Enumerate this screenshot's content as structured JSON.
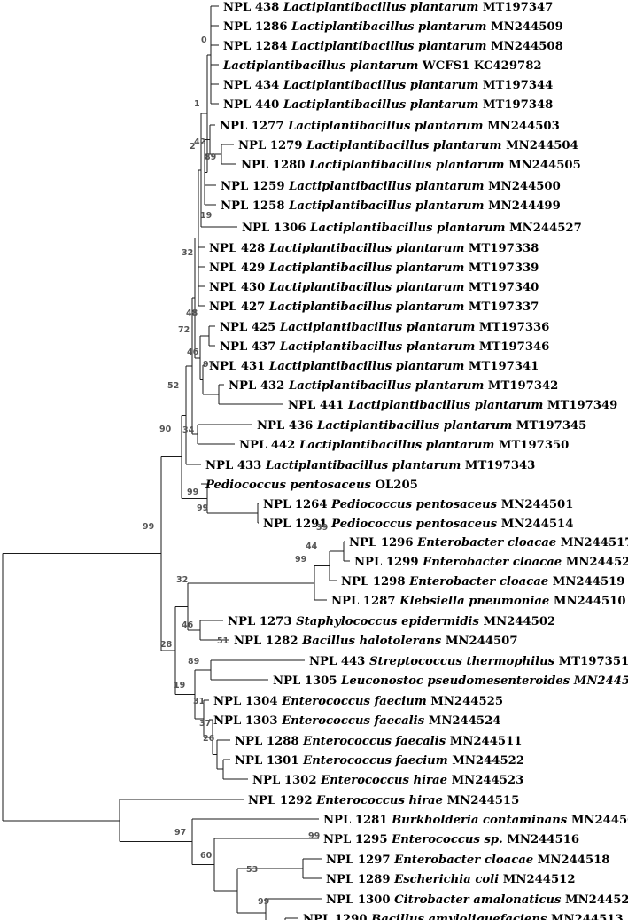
{
  "taxa": [
    {
      "pre": "NPL 438",
      "sp": "Lactiplantibacillus plantarum",
      "acc": "MT197347"
    },
    {
      "pre": "NPL 1286",
      "sp": "Lactiplantibacillus plantarum",
      "acc": "MN244509"
    },
    {
      "pre": "NPL 1284",
      "sp": "Lactiplantibacillus plantarum",
      "acc": "MN244508"
    },
    {
      "pre": "",
      "sp": "Lactiplantibacillus plantarum",
      "acc": "WCFS1 KC429782"
    },
    {
      "pre": "NPL 434",
      "sp": "Lactiplantibacillus plantarum",
      "acc": "MT197344"
    },
    {
      "pre": "NPL 440",
      "sp": "Lactiplantibacillus plantarum",
      "acc": "MT197348"
    },
    {
      "pre": "NPL 1277",
      "sp": "Lactiplantibacillus plantarum",
      "acc": "MN244503"
    },
    {
      "pre": "NPL 1279",
      "sp": "Lactiplantibacillus plantarum",
      "acc": "MN244504"
    },
    {
      "pre": "NPL 1280",
      "sp": "Lactiplantibacillus plantarum",
      "acc": "MN244505"
    },
    {
      "pre": "NPL 1259",
      "sp": "Lactiplantibacillus plantarum",
      "acc": "MN244500"
    },
    {
      "pre": "NPL 1258",
      "sp": "Lactiplantibacillus plantarum",
      "acc": "MN244499"
    },
    {
      "pre": "NPL 1306",
      "sp": "Lactiplantibacillus plantarum",
      "acc": "MN244527"
    },
    {
      "pre": "NPL 428",
      "sp": "Lactiplantibacillus plantarum",
      "acc": "MT197338"
    },
    {
      "pre": "NPL 429",
      "sp": "Lactiplantibacillus plantarum",
      "acc": "MT197339"
    },
    {
      "pre": "NPL 430",
      "sp": "Lactiplantibacillus plantarum",
      "acc": "MT197340"
    },
    {
      "pre": "NPL 427",
      "sp": "Lactiplantibacillus plantarum",
      "acc": "MT197337"
    },
    {
      "pre": "NPL 425",
      "sp": "Lactiplantibacillus plantarum",
      "acc": "MT197336"
    },
    {
      "pre": "NPL 437",
      "sp": "Lactiplantibacillus plantarum",
      "acc": "MT197346"
    },
    {
      "pre": "NPL 431",
      "sp": "Lactiplantibacillus plantarum",
      "acc": "MT197341"
    },
    {
      "pre": "NPL 432",
      "sp": "Lactiplantibacillus plantarum",
      "acc": "MT197342"
    },
    {
      "pre": "NPL 441",
      "sp": "Lactiplantibacillus plantarum",
      "acc": "MT197349"
    },
    {
      "pre": "NPL 436",
      "sp": "Lactiplantibacillus plantarum",
      "acc": "MT197345"
    },
    {
      "pre": "NPL 442",
      "sp": "Lactiplantibacillus plantarum",
      "acc": "MT197350"
    },
    {
      "pre": "NPL 433",
      "sp": "Lactiplantibacillus plantarum",
      "acc": "MT197343"
    },
    {
      "pre": "",
      "sp": "Pediococcus pentosaceus",
      "acc": "OL205"
    },
    {
      "pre": "NPL 1264",
      "sp": "Pediococcus pentosaceus",
      "acc": "MN244501"
    },
    {
      "pre": "NPL 1291",
      "sp": "Pediococcus pentosaceus",
      "acc": "MN244514"
    },
    {
      "pre": "NPL 1296",
      "sp": "Enterobacter cloacae",
      "acc": "MN244517"
    },
    {
      "pre": "NPL 1299",
      "sp": "Enterobacter cloacae",
      "acc": "MN244520"
    },
    {
      "pre": "NPL 1298",
      "sp": "Enterobacter cloacae",
      "acc": "MN244519"
    },
    {
      "pre": "NPL 1287",
      "sp": "Klebsiella pneumoniae",
      "acc": "MN244510"
    },
    {
      "pre": "NPL 1273",
      "sp": "Staphylococcus epidermidis",
      "acc": "MN244502"
    },
    {
      "pre": "NPL 1282",
      "sp": "Bacillus halotolerans",
      "acc": "MN244507"
    },
    {
      "pre": "NPL 443",
      "sp": "Streptococcus thermophilus",
      "acc": "MT197351"
    },
    {
      "pre": "NPL 1305",
      "sp": "Leuconostoc pseudomesenteroides MN244526",
      "acc": ""
    },
    {
      "pre": "NPL 1304",
      "sp": "Enterococcus faecium",
      "acc": "MN244525"
    },
    {
      "pre": "NPL 1303",
      "sp": "Enterococcus faecalis",
      "acc": "MN244524"
    },
    {
      "pre": "NPL 1288",
      "sp": "Enterococcus faecalis",
      "acc": "MN244511"
    },
    {
      "pre": "NPL 1301",
      "sp": "Enterococcus faecium",
      "acc": "MN244522"
    },
    {
      "pre": "NPL 1302",
      "sp": "Enterococcus hirae",
      "acc": "MN244523"
    },
    {
      "pre": "NPL 1292",
      "sp": "Enterococcus hirae",
      "acc": "MN244515"
    },
    {
      "pre": "NPL 1281",
      "sp": "Burkholderia contaminans",
      "acc": "MN244506"
    },
    {
      "pre": "NPL 1295",
      "sp": "Enterococcus sp.",
      "acc": "MN244516"
    },
    {
      "pre": "NPL 1297",
      "sp": "Enterobacter cloacae",
      "acc": "MN244518"
    },
    {
      "pre": "NPL 1289",
      "sp": "Escherichia coli",
      "acc": "MN244512"
    },
    {
      "pre": "NPL 1300",
      "sp": "Citrobacter amalonaticus",
      "acc": "MN244521"
    },
    {
      "pre": "NPL 1290",
      "sp": "Bacillus amyloliquefaciens",
      "acc": "MN244513"
    },
    {
      "pre": "NPL 1290",
      "sp": "Bacillus amyloliquefaciens",
      "acc": "MN244513"
    }
  ],
  "bootstrap": [
    "0",
    "1",
    "42",
    "89",
    "2",
    "19",
    "32",
    "48",
    "72",
    "46",
    "97",
    "52",
    "34",
    "90",
    "99",
    "99",
    "99",
    "39",
    "44",
    "99",
    "32",
    "46",
    "28",
    "51",
    "19",
    "89",
    "31",
    "37",
    "26",
    "97",
    "99",
    "60",
    "53",
    "99"
  ]
}
